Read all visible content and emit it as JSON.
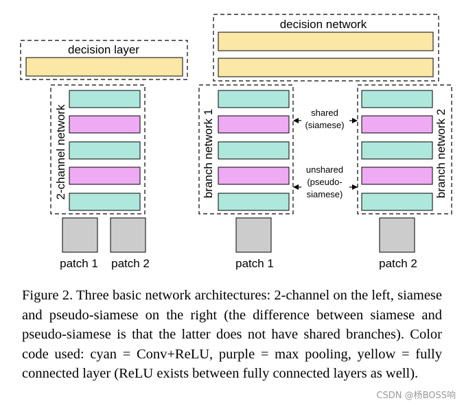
{
  "figure": {
    "left": {
      "decision_label": "decision layer",
      "network_label": "2-channel network",
      "patch1": "patch 1",
      "patch2": "patch 2"
    },
    "right": {
      "decision_label": "decision network",
      "branch1_label": "branch network 1",
      "branch2_label": "branch network 2",
      "patch1": "patch 1",
      "patch2": "patch 2",
      "shared_line1": "shared",
      "shared_line2": "(siamese)",
      "unshared_line1": "unshared",
      "unshared_line2": "(pseudo-",
      "unshared_line3": "siamese)"
    },
    "colors": {
      "conv": "#aee8dc",
      "pool": "#eeaaf2",
      "fc": "#fbe7a6",
      "patch": "#cccccc"
    }
  },
  "caption": "Figure 2. Three basic network architectures: 2-channel on the left, siamese and pseudo-siamese on the right (the difference between siamese and pseudo-siamese is that the latter does not have shared branches). Color code used: cyan = Conv+ReLU, purple = max pooling, yellow = fully connected layer (ReLU exists between fully connected layers as well).",
  "watermark": "CSDN @杨BOSS响"
}
